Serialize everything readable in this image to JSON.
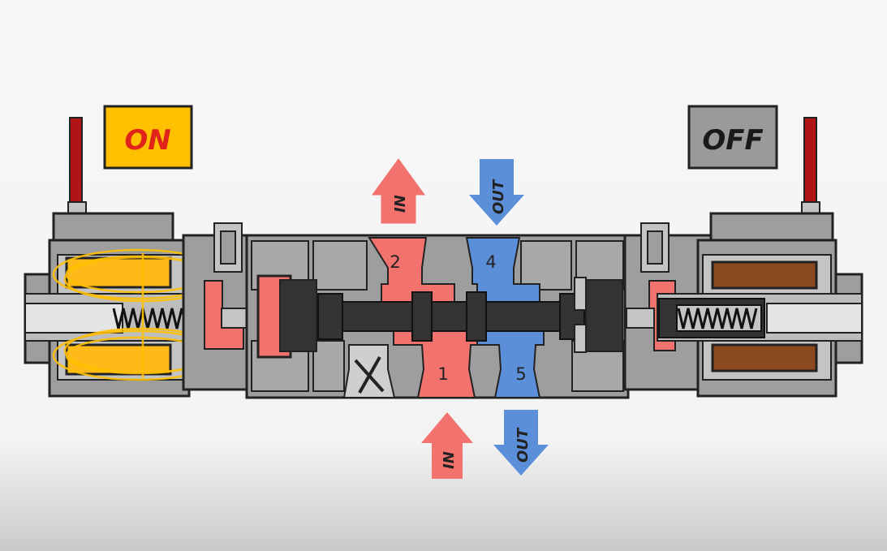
{
  "status": {
    "left": {
      "text": "ON",
      "color": "#ffc000",
      "text_color": "#e0241b"
    },
    "right": {
      "text": "OFF",
      "color": "#9a9a9a",
      "text_color": "#1a1a1a"
    }
  },
  "ports": {
    "p2": "2",
    "p4": "4",
    "p1": "1",
    "p5": "5"
  },
  "arrows": {
    "top_in": "IN",
    "top_out": "OUT",
    "bottom_in": "IN",
    "bottom_out": "OUT"
  },
  "colors": {
    "body": "#9e9e9e",
    "body_light": "#c4c4c4",
    "inlet": "#f2736e",
    "outlet": "#5b8fd9",
    "spool": "#333333",
    "coil_on": "#ffba1a",
    "coil_off": "#8b4a1e",
    "pin": "#b01414"
  }
}
